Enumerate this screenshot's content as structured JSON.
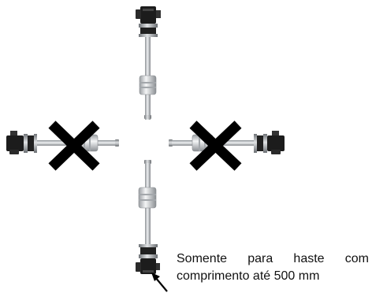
{
  "note": {
    "line1_words": [
      "Somente",
      "para",
      "haste",
      "com"
    ],
    "line2": "comprimento até 500 mm"
  },
  "orientations": [
    {
      "position": "top",
      "head": "up",
      "allowed": true
    },
    {
      "position": "left",
      "head": "left",
      "allowed": false
    },
    {
      "position": "right",
      "head": "right",
      "allowed": false
    },
    {
      "position": "bottom",
      "head": "down",
      "allowed": true
    }
  ],
  "colors": {
    "cross": "#000000",
    "rod": "#b9bcbf",
    "connector_body": "#1a1a1a",
    "float": "#c8cacc",
    "arrow": "#000000"
  }
}
